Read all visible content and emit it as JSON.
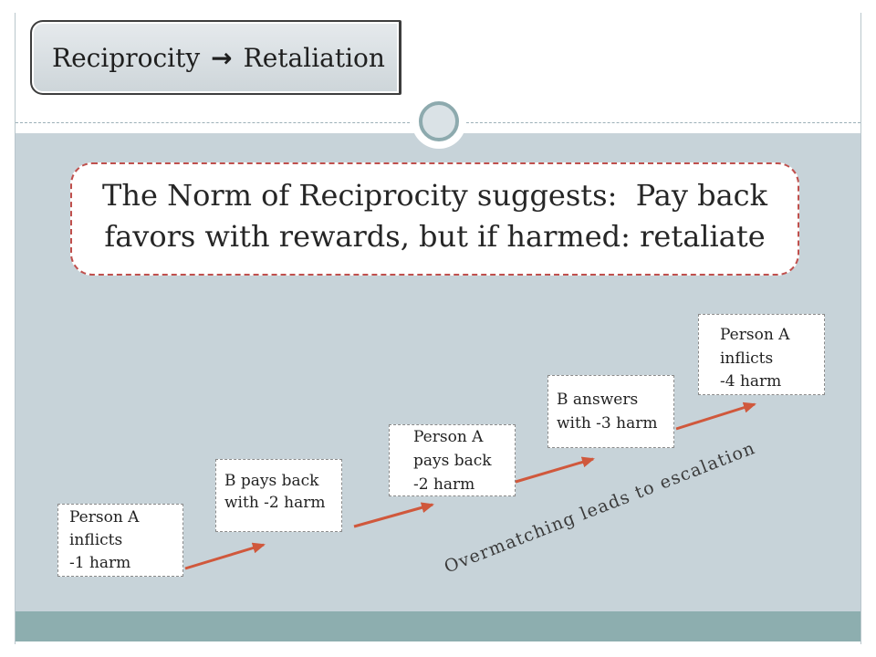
{
  "slide": {
    "title": {
      "left": "Reciprocity",
      "arrow": "→",
      "right": "Retaliation"
    },
    "callout": {
      "lines": [
        "The Norm of Reciprocity suggests:  Pay back",
        "favors with rewards, but if harmed: retaliate"
      ]
    },
    "steps": [
      {
        "lines": [
          "Person A",
          "inflicts",
          "-1 harm"
        ]
      },
      {
        "lines": [
          "B pays back",
          "with -2 harm"
        ]
      },
      {
        "lines": [
          "Person A",
          "pays back",
          "-2 harm"
        ]
      },
      {
        "lines": [
          "B answers",
          "with -3 harm"
        ]
      },
      {
        "lines": [
          "Person A",
          "inflicts",
          "-4 harm"
        ]
      }
    ],
    "caption": "Overmatching leads to escalation"
  },
  "icons": {
    "title_arrow": "right-arrow-icon",
    "ornament": "circle-ornament-icon"
  },
  "colors": {
    "panel": "#C7D3D9",
    "footer_bar": "#8DAEAF",
    "arrow": "#D0583C",
    "callout_border": "#C0504D",
    "box_border": "#8A8A8A",
    "ornament_ring": "#8DAAAE"
  }
}
